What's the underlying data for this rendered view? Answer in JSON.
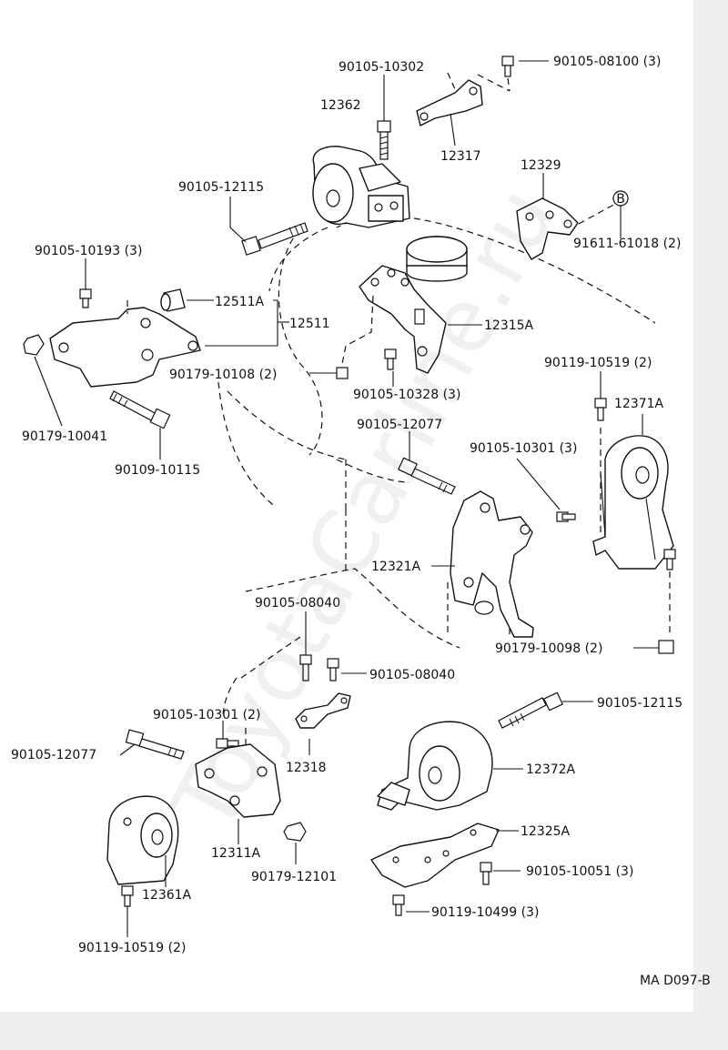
{
  "watermark": "ToyotaCarline.ru",
  "diagram_code": "MA D097-B",
  "colors": {
    "ink": "#111111",
    "background": "#ffffff",
    "margin": "#efefef"
  },
  "labels": {
    "p90105_10302": "90105-10302",
    "p90105_08100": "90105-08100 (3)",
    "p12362": "12362",
    "p12317": "12317",
    "p12329": "12329",
    "p90105_12115_top": "90105-12115",
    "p91611_61018": "91611-61018 (2)",
    "p90105_10193": "90105-10193 (3)",
    "p12511A": "12511A",
    "p12511": "12511",
    "p12315A": "12315A",
    "p90179_10108": "90179-10108 (2)",
    "p90105_10328": "90105-10328 (3)",
    "p90119_10519_right": "90119-10519 (2)",
    "p12371A": "12371A",
    "p90179_10041": "90179-10041",
    "p90105_12077_mid": "90105-12077",
    "p90105_10301_right": "90105-10301 (3)",
    "p90109_10115": "90109-10115",
    "p12321A": "12321A",
    "p90105_08040_a": "90105-08040",
    "p90179_10098": "90179-10098 (2)",
    "p90105_08040_b": "90105-08040",
    "p90105_10301_left": "90105-10301 (2)",
    "p90105_12115_bottom": "90105-12115",
    "p90105_12077_left": "90105-12077",
    "p12318": "12318",
    "p12372A": "12372A",
    "p12311A": "12311A",
    "p12325A": "12325A",
    "p90179_12101": "90179-12101",
    "p90105_10051": "90105-10051 (3)",
    "p12361A": "12361A",
    "p90119_10499": "90119-10499 (3)",
    "p90119_10519_left": "90119-10519 (2)",
    "callout_B": "B"
  }
}
